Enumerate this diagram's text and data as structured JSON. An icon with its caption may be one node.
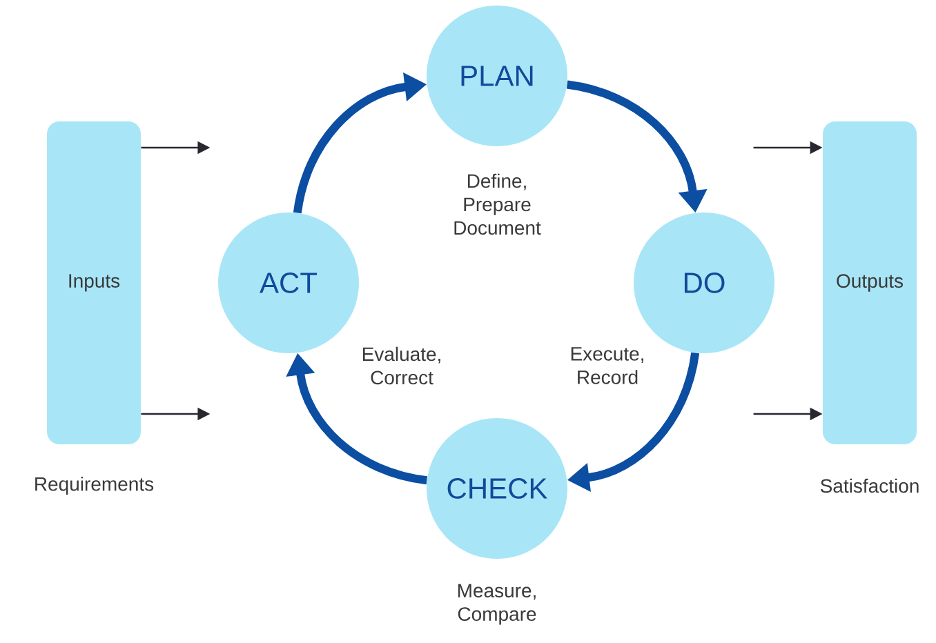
{
  "diagram": {
    "nodes": [
      {
        "text": [
          "Inputs"
        ],
        "beside": [
          "Requirements"
        ]
      },
      {
        "text": [
          "PLAN"
        ],
        "beside": [
          "Define, Prepare Document"
        ]
      },
      {
        "text": [
          "ACT"
        ],
        "beside": [
          "Evaluate, Correct"
        ]
      },
      {
        "text": [
          "DO"
        ],
        "beside": [
          "Execute, Record"
        ]
      },
      {
        "text": [
          "CHECK"
        ],
        "beside": [
          "Measure, Compare"
        ]
      },
      {
        "text": [
          "Outputs"
        ],
        "beside": [
          "Satisfaction"
        ]
      }
    ],
    "edges": [
      {
        "from": 2,
        "to": 1,
        "arrow": "to",
        "style": "thick",
        "color": "#0b4ea2"
      },
      {
        "from": 1,
        "to": 3,
        "arrow": "to",
        "style": "thick",
        "color": "#0b4ea2"
      },
      {
        "from": 3,
        "to": 4,
        "arrow": "to",
        "style": "thick",
        "color": "#0b4ea2"
      },
      {
        "from": 4,
        "to": 2,
        "arrow": "to",
        "style": "thick",
        "color": "#0b4ea2"
      },
      {
        "from": 0,
        "to": null,
        "arrow": "to",
        "color": "#282830"
      },
      {
        "from": 0,
        "to": null,
        "arrow": "to",
        "color": "#282830"
      },
      {
        "from": null,
        "to": 5,
        "arrow": "to",
        "color": "#282830"
      },
      {
        "from": null,
        "to": 5,
        "arrow": "to",
        "color": "#282830"
      }
    ]
  }
}
